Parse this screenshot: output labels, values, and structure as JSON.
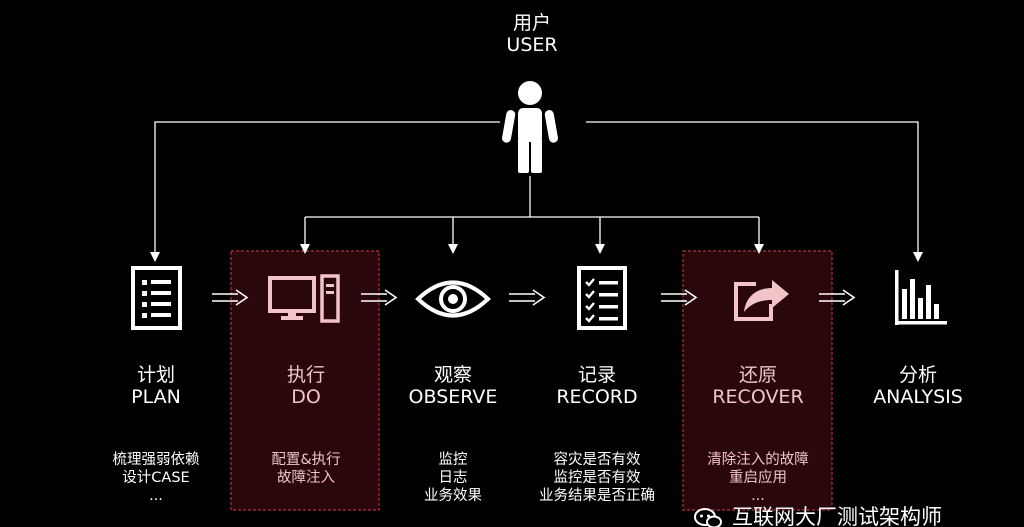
{
  "user": {
    "label_cn": "用户",
    "label_en": "USER",
    "icon": "person-icon"
  },
  "stages": [
    {
      "id": "plan",
      "cn": "计划",
      "en": "PLAN",
      "icon": "checklist-document-icon",
      "highlighted": false,
      "desc": [
        "梳理强弱依赖",
        "设计CASE",
        "..."
      ]
    },
    {
      "id": "do",
      "cn": "执行",
      "en": "DO",
      "icon": "desktop-computer-icon",
      "highlighted": true,
      "desc": [
        "配置&执行",
        "故障注入"
      ]
    },
    {
      "id": "observe",
      "cn": "观察",
      "en": "OBSERVE",
      "icon": "eye-icon",
      "highlighted": false,
      "desc": [
        "监控",
        "日志",
        "业务效果"
      ]
    },
    {
      "id": "record",
      "cn": "记录",
      "en": "RECORD",
      "icon": "checklist-icon",
      "highlighted": false,
      "desc": [
        "容灾是否有效",
        "监控是否有效",
        "业务结果是否正确"
      ]
    },
    {
      "id": "recover",
      "cn": "还原",
      "en": "RECOVER",
      "icon": "share-arrow-icon",
      "highlighted": true,
      "desc": [
        "清除注入的故障",
        "重启应用",
        "..."
      ]
    },
    {
      "id": "analysis",
      "cn": "分析",
      "en": "ANALYSIS",
      "icon": "bar-chart-icon",
      "highlighted": false,
      "desc": []
    }
  ],
  "flow_arrow_icon": "double-line-arrow-icon",
  "watermark": {
    "text": "互联网大厂测试架构师",
    "icon": "wechat-icon"
  },
  "colors": {
    "background": "#000000",
    "foreground": "#ffffff",
    "highlight_fill": "#2a070b",
    "highlight_border": "#b3323a",
    "highlight_text": "#f2c4c8"
  }
}
